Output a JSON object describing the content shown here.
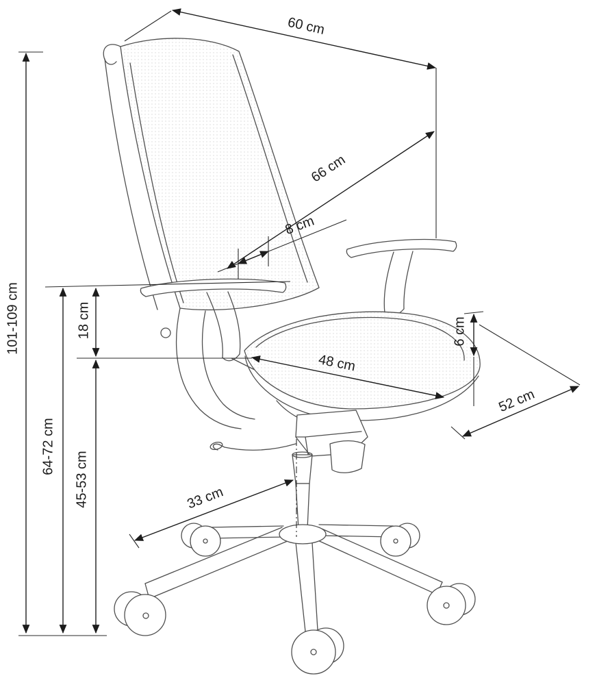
{
  "diagram": {
    "subject": "office chair dimension drawing",
    "unit": "cm",
    "dimensions": {
      "backrest_width": {
        "label": "60 cm"
      },
      "backrest_height": {
        "label": "66 cm"
      },
      "backrest_offset": {
        "label": "8 cm"
      },
      "total_height": {
        "label": "101-109 cm"
      },
      "armrest_above_seat": {
        "label": "18 cm"
      },
      "armrest_height": {
        "label": "64-72 cm"
      },
      "seat_height": {
        "label": "45-53 cm"
      },
      "seat_width": {
        "label": "48 cm"
      },
      "seat_thickness": {
        "label": "6 cm"
      },
      "seat_depth": {
        "label": "52 cm"
      },
      "base_leg_length": {
        "label": "33 cm"
      }
    },
    "colors": {
      "dimension_line": "#1c1c1c",
      "drawing_line": "#4f4f4f",
      "background": "#ffffff"
    }
  }
}
